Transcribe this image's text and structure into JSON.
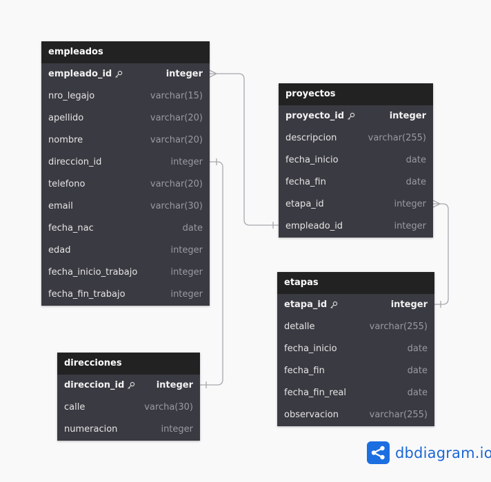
{
  "tables": [
    {
      "name": "empleados",
      "fields": [
        {
          "name": "empleado_id",
          "type": "integer",
          "pk": true
        },
        {
          "name": "nro_legajo",
          "type": "varchar(15)"
        },
        {
          "name": "apellido",
          "type": "varchar(20)"
        },
        {
          "name": "nombre",
          "type": "varchar(20)"
        },
        {
          "name": "direccion_id",
          "type": "integer"
        },
        {
          "name": "telefono",
          "type": "varchar(20)"
        },
        {
          "name": "email",
          "type": "varchar(30)"
        },
        {
          "name": "fecha_nac",
          "type": "date"
        },
        {
          "name": "edad",
          "type": "integer"
        },
        {
          "name": "fecha_inicio_trabajo",
          "type": "integer"
        },
        {
          "name": "fecha_fin_trabajo",
          "type": "integer"
        }
      ]
    },
    {
      "name": "proyectos",
      "fields": [
        {
          "name": "proyecto_id",
          "type": "integer",
          "pk": true
        },
        {
          "name": "descripcion",
          "type": "varchar(255)"
        },
        {
          "name": "fecha_inicio",
          "type": "date"
        },
        {
          "name": "fecha_fin",
          "type": "date"
        },
        {
          "name": "etapa_id",
          "type": "integer"
        },
        {
          "name": "empleado_id",
          "type": "integer"
        }
      ]
    },
    {
      "name": "etapas",
      "fields": [
        {
          "name": "etapa_id",
          "type": "integer",
          "pk": true
        },
        {
          "name": "detalle",
          "type": "varchar(255)"
        },
        {
          "name": "fecha_inicio",
          "type": "date"
        },
        {
          "name": "fecha_fin",
          "type": "date"
        },
        {
          "name": "fecha_fin_real",
          "type": "date"
        },
        {
          "name": "observacion",
          "type": "varchar(255)"
        }
      ]
    },
    {
      "name": "direcciones",
      "fields": [
        {
          "name": "direccion_id",
          "type": "integer",
          "pk": true
        },
        {
          "name": "calle",
          "type": "varcha(30)"
        },
        {
          "name": "numeracion",
          "type": "integer"
        }
      ]
    }
  ],
  "relations": [
    {
      "from": "empleados.empleado_id",
      "to": "proyectos.empleado_id",
      "from_end": "many",
      "to_end": "one"
    },
    {
      "from": "empleados.direccion_id",
      "to": "direcciones.direccion_id",
      "from_end": "one",
      "to_end": "one"
    },
    {
      "from": "proyectos.etapa_id",
      "to": "etapas.etapa_id",
      "from_end": "many",
      "to_end": "one"
    }
  ],
  "colors": {
    "table_body": "#3a3a42",
    "table_header": "#222223",
    "link_line": "#a7a7ad",
    "brand": "#1c6fe0"
  },
  "logo": {
    "text": "dbdiagram.io",
    "icon": "share-nodes-icon"
  }
}
